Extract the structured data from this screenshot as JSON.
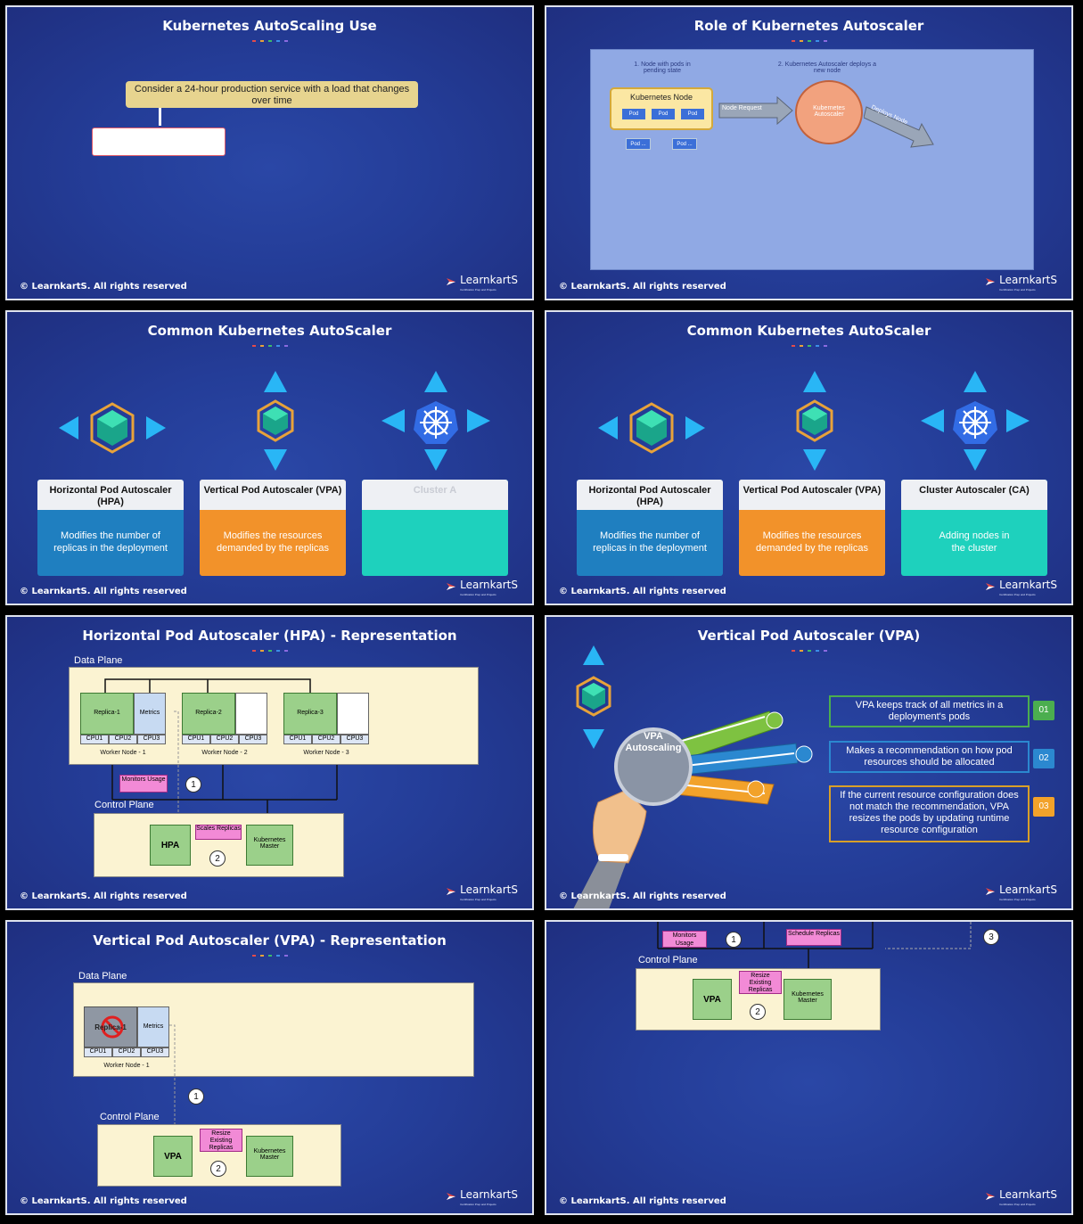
{
  "footer": "© LearnkartS. All rights reserved",
  "logo": {
    "text": "LearnkartS",
    "sub": "Certification Prep and Projects"
  },
  "colors": {
    "dot1": "#e24b4b",
    "dot2": "#e8a23a",
    "dot3": "#3dbb6a",
    "dot4": "#3b8ee8",
    "dot5": "#8a6be0"
  },
  "s1": {
    "title": "Kubernetes AutoScaling Use",
    "callout": "Consider a 24-hour production service with a load that changes over time"
  },
  "s2": {
    "title": "Role of Kubernetes Autoscaler",
    "step1": "1. Node with pods in pending state",
    "step2": "2. Kubernetes Autoscaler deploys a new node",
    "node_title": "Kubernetes Node",
    "pod": "Pod",
    "pending_pod": "Pod ...",
    "node_request": "Node Request",
    "autoscaler": "Kubernetes Autoscaler",
    "deploys": "Deploys Node"
  },
  "s3": {
    "title": "Common Kubernetes AutoScaler",
    "hpa_title": "Horizontal Pod Autoscaler (HPA)",
    "hpa_body": "Modifies the number of replicas in the deployment",
    "vpa_title": "Vertical Pod Autoscaler (VPA)",
    "vpa_body": "Modifies the resources demanded by the replicas",
    "ca_partial": "Cluster A"
  },
  "s4": {
    "title": "Common Kubernetes AutoScaler",
    "hpa_title": "Horizontal Pod Autoscaler (HPA)",
    "hpa_body": "Modifies the number of replicas in the deployment",
    "vpa_title": "Vertical Pod Autoscaler (VPA)",
    "vpa_body": "Modifies the resources demanded by the replicas",
    "ca_title": "Cluster Autoscaler (CA)",
    "ca_body": "Adding nodes in the cluster"
  },
  "s5": {
    "title": "Horizontal Pod Autoscaler (HPA) - Representation",
    "data_plane": "Data Plane",
    "control_plane": "Control Plane",
    "replicas": [
      "Replica-1",
      "Replica-2",
      "Replica-3"
    ],
    "metrics": "Metrics",
    "cpus": [
      "CPU1",
      "CPU2",
      "CPU3"
    ],
    "worker_nodes": [
      "Worker Node  - 1",
      "Worker Node  - 2",
      "Worker Node  - 3"
    ],
    "monitors": "Monitors Usage",
    "scales": "Scales Replicas",
    "hpa": "HPA",
    "master": "Kubernetes Master",
    "n1": "1",
    "n2": "2"
  },
  "s6": {
    "title": "Vertical Pod Autoscaler (VPA)",
    "vpa_label": "VPA Autoscaling",
    "items": [
      {
        "num": "01",
        "text": "VPA keeps track of all metrics in a deployment's pods"
      },
      {
        "num": "02",
        "text": "Makes a recommendation on how pod resources should be allocated"
      },
      {
        "num": "03",
        "text": "If the current resource configuration does not match the recommendation, VPA resizes the pods by updating runtime resource configuration"
      }
    ]
  },
  "s7": {
    "title": "Vertical Pod Autoscaler (VPA) - Representation",
    "data_plane": "Data Plane",
    "control_plane": "Control Plane",
    "replica": "Replica-1",
    "metrics": "Metrics",
    "cpus": [
      "CPU1",
      "CPU2",
      "CPU3"
    ],
    "worker": "Worker Node  - 1",
    "resize": "Resize Existing Replicas",
    "vpa": "VPA",
    "master": "Kubernetes Master",
    "n1": "1",
    "n2": "2"
  },
  "s8": {
    "monitors": "Monitors Usage",
    "schedule": "Schedule Replicas",
    "control_plane": "Control Plane",
    "resize": "Resize Existing Replicas",
    "vpa": "VPA",
    "master": "Kubernetes Master",
    "n1": "1",
    "n2": "2",
    "n3": "3"
  }
}
